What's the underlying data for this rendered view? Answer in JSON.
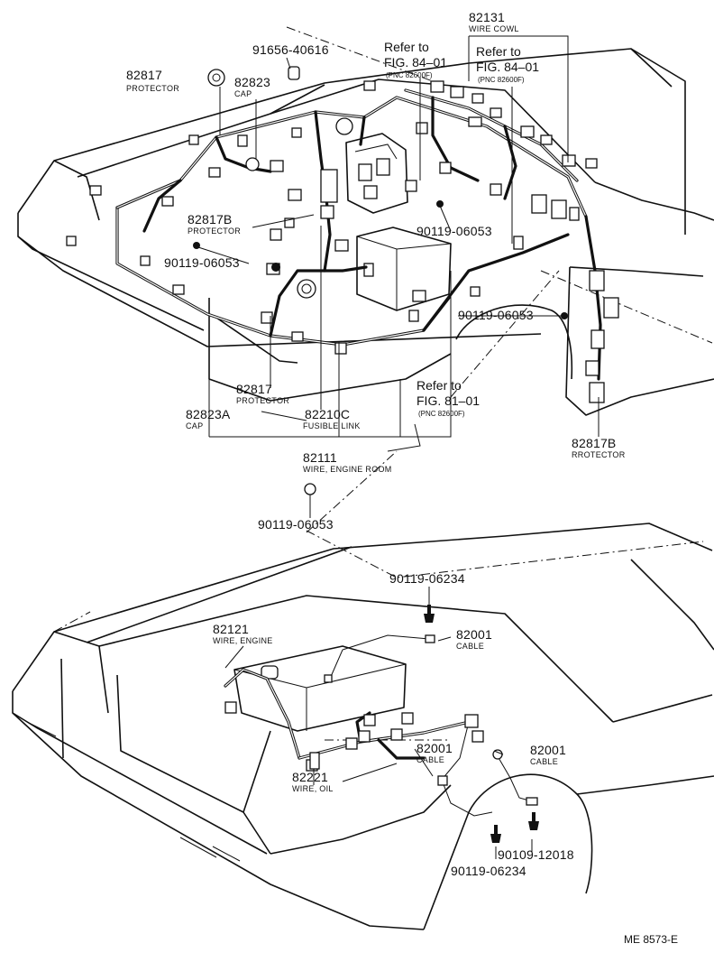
{
  "labels": {
    "p82131": {
      "num": "82131",
      "name": "WIRE COWL"
    },
    "p91656": {
      "num": "91656-40616"
    },
    "p82817a": {
      "num": "82817",
      "name": "PROTECTOR"
    },
    "p82823": {
      "num": "82823",
      "name": "CAP"
    },
    "ref84a": {
      "line1": "Refer to",
      "line2": "FIG. 84–01",
      "pnc": "(PNC 82600F)"
    },
    "ref84b": {
      "line1": "Refer to",
      "line2": "FIG. 84–01",
      "pnc": "(PNC 82600F)"
    },
    "p82817b1": {
      "num": "82817B",
      "name": "PROTECTOR"
    },
    "p90119a": {
      "num": "90119-06053"
    },
    "p90119b": {
      "num": "90119-06053"
    },
    "p90119c": {
      "num": "90119-06053"
    },
    "p90119d": {
      "num": "90119-06053"
    },
    "p82817c": {
      "num": "82817",
      "name": "PROTECTOR"
    },
    "p82823a": {
      "num": "82823A",
      "name": "CAP"
    },
    "p82210c": {
      "num": "82210C",
      "name": "FUSIBLE LINK"
    },
    "ref81": {
      "line1": "Refer to",
      "line2": "FIG. 81–01",
      "pnc": "(PNC 82600F)"
    },
    "p82111": {
      "num": "82111",
      "name": "WIRE, ENGINE ROOM"
    },
    "p82817b2": {
      "num": "82817B",
      "name": "RROTECTOR"
    },
    "p90119e": {
      "num": "90119-06234"
    },
    "p82121": {
      "num": "82121",
      "name": "WIRE, ENGINE"
    },
    "p82001a": {
      "num": "82001",
      "name": "CABLE"
    },
    "p82001b": {
      "num": "82001",
      "name": "CABLE"
    },
    "p82001c": {
      "num": "82001",
      "name": "CABLE"
    },
    "p82221": {
      "num": "82221",
      "name": "WIRE, OIL"
    },
    "p90109": {
      "num": "90109-12018"
    },
    "p90119f": {
      "num": "90119-06234"
    }
  },
  "figure_code": "ME 8573-E"
}
